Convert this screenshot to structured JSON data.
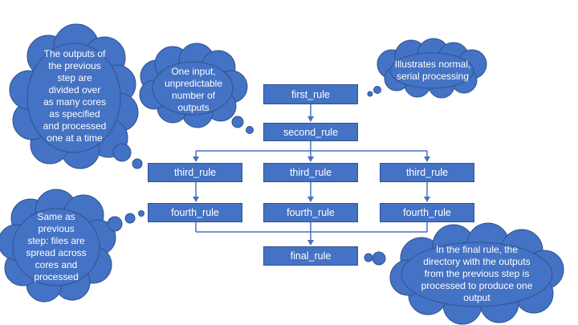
{
  "colors": {
    "box_fill": "#4472C4",
    "box_border": "#2F528F",
    "connector": "#4472C4",
    "cloud_fill": "#4472C4",
    "cloud_border": "#2F528F",
    "text": "#FFFFFF"
  },
  "nodes": {
    "first": "first_rule",
    "second": "second_rule",
    "third_left": "third_rule",
    "third_center": "third_rule",
    "third_right": "third_rule",
    "fourth_left": "fourth_rule",
    "fourth_center": "fourth_rule",
    "fourth_right": "fourth_rule",
    "final": "final_rule"
  },
  "notes": {
    "serial": [
      "Illustrates normal,",
      "serial processing"
    ],
    "one_input": [
      "One input,",
      "unpredictable",
      "number of",
      "outputs"
    ],
    "divided": [
      "The outputs of",
      "the previous",
      "step are",
      "divided over",
      "as many cores",
      "as specified",
      "and processed",
      "one at a time"
    ],
    "same_as": [
      "Same as",
      "previous",
      "step: files are",
      "spread across",
      "cores and",
      "processed"
    ],
    "final_rule_note": [
      "In the final rule, the",
      "directory with the outputs",
      "from the previous step is",
      "processed to produce one",
      "output"
    ]
  }
}
